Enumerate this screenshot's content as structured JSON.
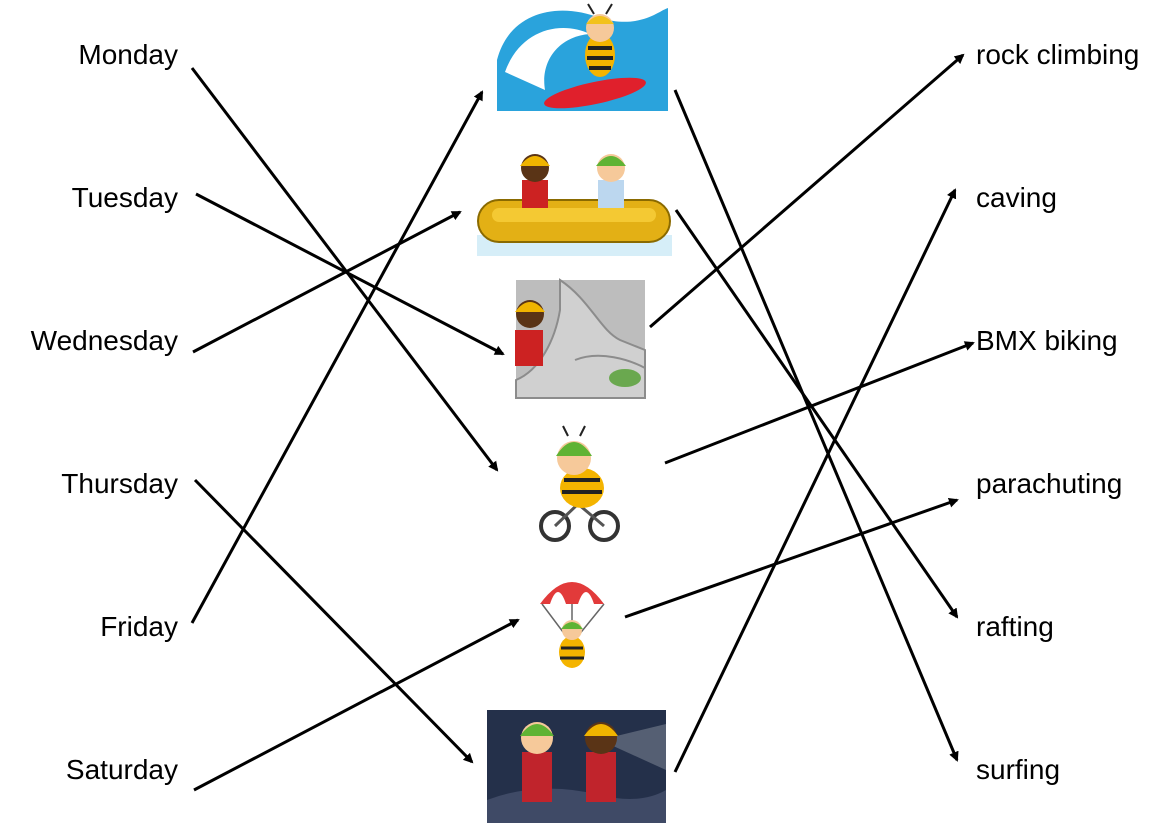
{
  "days": [
    "Monday",
    "Tuesday",
    "Wednesday",
    "Thursday",
    "Friday",
    "Saturday"
  ],
  "activities": [
    "rock climbing",
    "caving",
    "BMX biking",
    "parachuting",
    "rafting",
    "surfing"
  ],
  "pictures": [
    {
      "depicts": "surfing",
      "icon": "surfing-bee-icon"
    },
    {
      "depicts": "rafting",
      "icon": "rafting-pair-icon"
    },
    {
      "depicts": "rock climbing",
      "icon": "climber-icon"
    },
    {
      "depicts": "BMX biking",
      "icon": "bmx-bee-icon"
    },
    {
      "depicts": "parachuting",
      "icon": "parachute-bee-icon"
    },
    {
      "depicts": "caving",
      "icon": "cave-pair-icon"
    }
  ],
  "day_to_picture": [
    3,
    2,
    1,
    5,
    0,
    4
  ],
  "picture_to_activity": [
    5,
    4,
    0,
    2,
    3,
    1
  ],
  "colors": {
    "line": "#000000",
    "text": "#000000",
    "background": "#ffffff"
  }
}
